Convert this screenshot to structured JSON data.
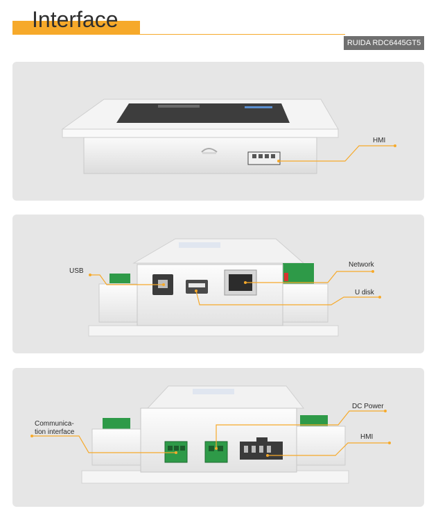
{
  "header": {
    "title": "Interface",
    "model": "RUIDA RDC6445GT5"
  },
  "panel1": {
    "hmi_label": "HMI"
  },
  "panel2": {
    "usb_label": "USB",
    "network_label": "Network",
    "udisk_label": "U disk"
  },
  "panel3": {
    "comm_label_line1": "Communica-",
    "comm_label_line2": "tion interface",
    "dcpower_label": "DC Power",
    "hmi_label": "HMI"
  },
  "colors": {
    "accent": "#f6a92a",
    "badge": "#6f6f6f",
    "panel_bg": "#e6e6e6",
    "terminal_green": "#2e9a48"
  }
}
